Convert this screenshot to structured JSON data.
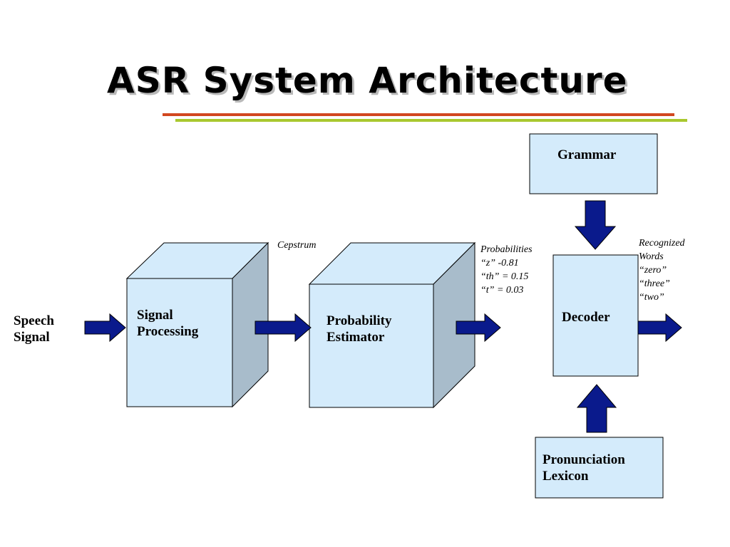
{
  "slide": {
    "title": "ASR System Architecture"
  },
  "diagram": {
    "input": {
      "line1": "Speech",
      "line2": "Signal"
    },
    "signal_processing": {
      "line1": "Signal",
      "line2": "Processing"
    },
    "probability_estimator": {
      "line1": "Probability",
      "line2": "Estimator"
    },
    "decoder": {
      "label": "Decoder"
    },
    "grammar": {
      "label": "Grammar"
    },
    "lexicon": {
      "line1": "Pronunciation",
      "line2": "Lexicon"
    },
    "cepstrum": {
      "label": "Cepstrum"
    },
    "probabilities": {
      "heading": "Probabilities",
      "items": [
        "“z” -0.81",
        "“th” = 0.15",
        "“t” = 0.03"
      ]
    },
    "recognized": {
      "line1": "Recognized",
      "line2": "Words",
      "items": [
        "“zero”",
        "“three”",
        "“two”"
      ]
    }
  },
  "colors": {
    "box_fill": "#d4ebfb",
    "box_side": "#a8bccb",
    "arrow": "#0a1a8c",
    "title_underline_red": "#d2471f",
    "title_underline_green": "#a9c82e"
  }
}
